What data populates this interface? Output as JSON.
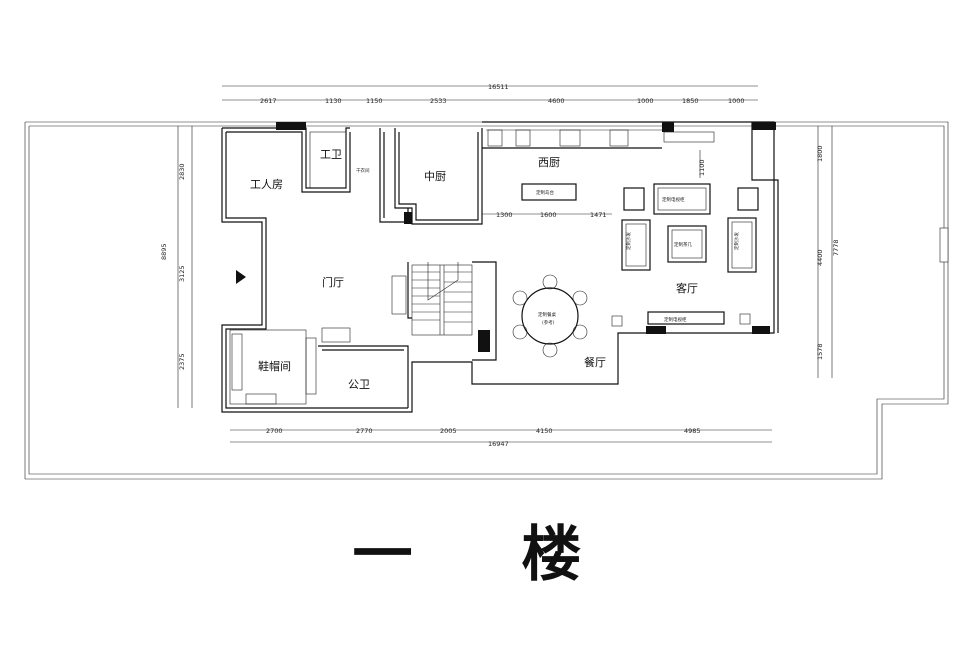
{
  "title": "一 楼",
  "rooms": {
    "servant_room": "工人房",
    "servant_bath": "工卫",
    "dryer_room": "干衣间",
    "chinese_kitchen": "中厨",
    "western_kitchen": "西厨",
    "foyer": "门厅",
    "living_room": "客厅",
    "dining_room": "餐厅",
    "shoe_room": "鞋帽间",
    "public_bath": "公卫"
  },
  "dimensions": {
    "top_total": "16511",
    "top": [
      "2617",
      "1130",
      "1150",
      "2533",
      "4600",
      "1000",
      "1850",
      "1000"
    ],
    "bottom_total": "16947",
    "bottom": [
      "2700",
      "2770",
      "2005",
      "4150",
      "4985"
    ],
    "left_total": "8895",
    "left": [
      "2830",
      "3125",
      "2375"
    ],
    "right_total": "7778",
    "right": [
      "1800",
      "4400",
      "1578"
    ],
    "inner": [
      "1300",
      "1600",
      "1471",
      "1100"
    ]
  },
  "fixtures": {
    "tv_cabinet": "定制电视柜",
    "sofa_label": "定制沙发",
    "table_label": "定制茶几",
    "dining_table": "定制餐桌",
    "dining_note": "(参考)",
    "island": "定制岛台"
  }
}
